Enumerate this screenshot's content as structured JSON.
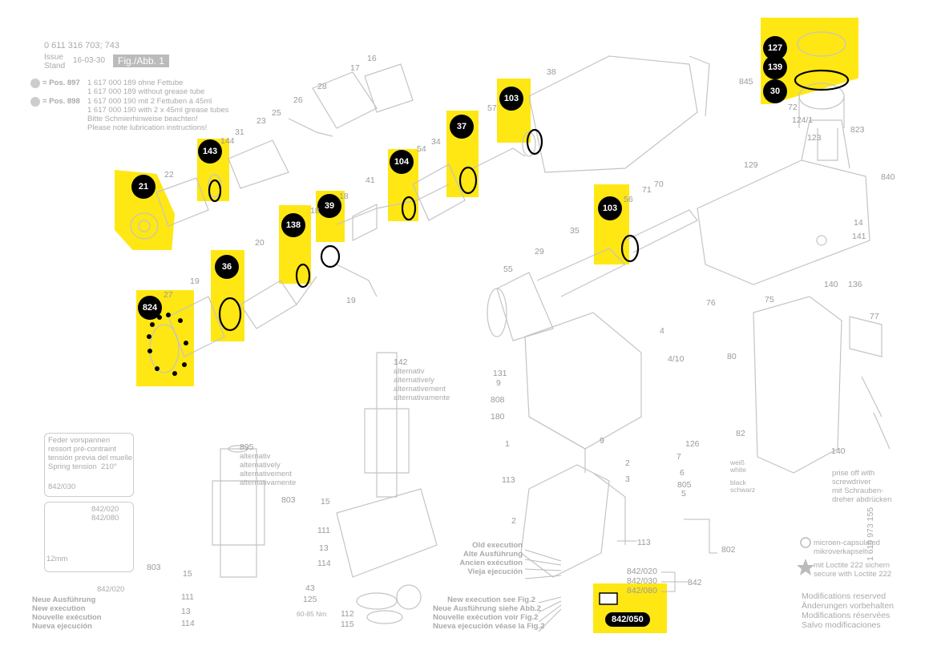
{
  "header": {
    "part_no": "0 611 316 703; 743",
    "issue_label_1": "Issue",
    "issue_label_2": "Stand",
    "issue_date": "16-03-30",
    "fig_label": "Fig./Abb. 1"
  },
  "legend": {
    "pos897_label": "= Pos. 897",
    "pos897_line1": "1 617 000 189 ohne Fettube",
    "pos897_line2": "1 617 000 189 without grease tube",
    "pos898_label": "= Pos. 898",
    "pos898_line1": "1 617 000 190 mit 2 Fettuben à 45ml",
    "pos898_line2": "1 617 000 190 with 2 x 45ml grease tubes",
    "note1": "Bitte Schmierhinweise beachten!",
    "note2": "Please note lubrication instructions!"
  },
  "highlighted_parts": [
    "21",
    "143",
    "36",
    "824",
    "138",
    "39",
    "104",
    "37",
    "103",
    "103",
    "127",
    "139",
    "30",
    "842/050"
  ],
  "callouts": {
    "c21": "21",
    "c143": "143",
    "c36": "36",
    "c824": "824",
    "c138": "138",
    "c39": "39",
    "c104": "104",
    "c37": "37",
    "c103a": "103",
    "c103b": "103",
    "c127": "127",
    "c139": "139",
    "c30": "30",
    "c842050": "842/050"
  },
  "labels": {
    "l16": "16",
    "l17": "17",
    "l28": "28",
    "l26": "26",
    "l25": "25",
    "l23": "23",
    "l31": "31",
    "l144": "144",
    "l22": "22",
    "l27": "27",
    "l19a": "19",
    "l20": "20",
    "l18a": "18",
    "l18b": "18",
    "l41": "41",
    "l19b": "19",
    "l54": "54",
    "l34": "34",
    "l57": "57",
    "l38": "38",
    "l56": "56",
    "l71": "71",
    "l70": "70",
    "l35": "35",
    "l29": "29",
    "l55": "55",
    "l845": "845",
    "l72": "72",
    "l124": "124/1",
    "l823": "823",
    "l123": "123",
    "l129": "129",
    "l840": "840",
    "l14": "14",
    "l141": "141",
    "l140a": "140",
    "l136": "136",
    "l75": "75",
    "l77": "77",
    "l76": "76",
    "l4": "4",
    "l410": "4/10",
    "l80": "80",
    "l82": "82",
    "l140b": "140",
    "l131": "131",
    "l9a": "9",
    "l808": "808",
    "l180": "180",
    "l1": "1",
    "l9b": "9",
    "l7": "7",
    "l126": "126",
    "l6": "6",
    "l805": "805",
    "l5": "5",
    "l3": "3",
    "l2a": "2",
    "l113a": "113",
    "l2b": "2",
    "l113b": "113",
    "l802": "802",
    "l842": "842",
    "l142": "142",
    "l895": "895",
    "l803a": "803",
    "l803b": "803",
    "l15a": "15",
    "l15b": "15",
    "l111a": "111",
    "l13a": "13",
    "l114a": "114",
    "l111b": "111",
    "l13b": "13",
    "l114b": "114",
    "l43": "43",
    "l125": "125",
    "l112": "112",
    "l115": "115"
  },
  "alt_text": {
    "alt_a1": "alternativ",
    "alt_a2": "alternatively",
    "alt_a3": "alternativement",
    "alt_a4": "alternativamente",
    "alt_b1": "alternativ",
    "alt_b2": "alternatively",
    "alt_b3": "alternativement",
    "alt_b4": "alternativamente"
  },
  "spring_box": {
    "line1": "Feder vorspannen",
    "line2": "ressort pré-contraint",
    "line3": "tensión previa del muelle",
    "line4": "Spring tension",
    "line4b": "210°",
    "ref": "842/030"
  },
  "box2": {
    "ref1": "842/020",
    "ref2": "842/080",
    "dim": "12mm"
  },
  "new_exec_box": {
    "ref": "842/020",
    "line1": "Neue Ausführung",
    "line2": "New execution",
    "line3": "Nouvelle exécution",
    "line4": "Nueva ejecución"
  },
  "old_exec": {
    "line1": "Old execution",
    "line2": "Alte Ausführung",
    "line3": "Ancien exécution",
    "line4": "Vieja ejecución",
    "r1": "842/020",
    "r2": "842/030",
    "r3": "842/080"
  },
  "new_exec_fig2": {
    "line1": "New execution see Fig.2",
    "line2": "Neue Ausführung siehe Abb.2",
    "line3": "Nouvelle exécution voir Fig.2",
    "line4": "Nueva ejecución véase la Fig.2"
  },
  "wires": {
    "white1": "weiß",
    "white2": "white",
    "black1": "black",
    "black2": "schwarz"
  },
  "prise": {
    "line1": "prise off with",
    "line2": "screwdriver",
    "line3": "mit Schrauben-",
    "line4": "dreher abdrücken"
  },
  "footnotes": {
    "micro1": "microen-capsulated",
    "micro2": "mikroverkapselt",
    "loctite1": "mit Loctite 222 sichern",
    "loctite2": "secure with Loctite 222",
    "mod1": "Modifications reserved",
    "mod2": "Änderungen vorbehalten",
    "mod3": "Modifications réservées",
    "mod4": "Salvo modificaciones",
    "docno": "1 619 973 155",
    "torque": "60-85 Nm"
  },
  "colors": {
    "highlight": "#ffe714",
    "callout": "#000000",
    "linework": "#c4c4c4"
  }
}
